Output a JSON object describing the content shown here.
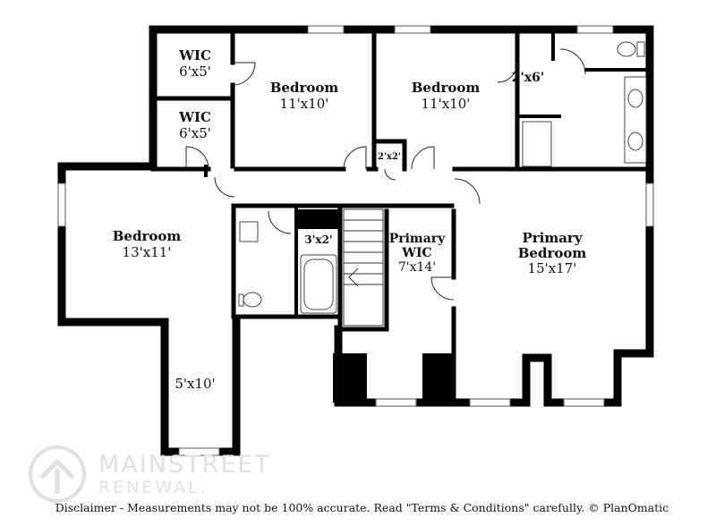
{
  "rooms": [
    {
      "id": "wic-1",
      "name": "WIC",
      "dims": "6'x5'"
    },
    {
      "id": "bedroom-1",
      "name": "Bedroom",
      "dims": "11'x10'"
    },
    {
      "id": "bedroom-2",
      "name": "Bedroom",
      "dims": "11'x10'"
    },
    {
      "id": "closet-2x6",
      "dims": "2'x6'"
    },
    {
      "id": "wic-2",
      "name": "WIC",
      "dims": "6'x5'"
    },
    {
      "id": "closet-2x2",
      "dims": "2'x2'"
    },
    {
      "id": "bedroom-3",
      "name": "Bedroom",
      "dims": "13'x11'"
    },
    {
      "id": "closet-3x2",
      "dims": "3'x2'"
    },
    {
      "id": "primary-wic",
      "name": "Primary",
      "name2": "WIC",
      "dims": "7'x14'"
    },
    {
      "id": "primary-bedroom",
      "name": "Primary",
      "name2": "Bedroom",
      "dims": "15'x17'"
    },
    {
      "id": "room-5x10",
      "dims": "5'x10'"
    }
  ],
  "watermark": {
    "name": "MAINSTREET",
    "sub": "RENEWAL."
  },
  "disclaimer": "Disclaimer - Measurements may not be 100% accurate. Read \"Terms & Conditions\" carefully. © PlanOmatic",
  "colors": {
    "wall": "#000000",
    "background": "#ffffff",
    "watermark": "#e0e0e0"
  }
}
